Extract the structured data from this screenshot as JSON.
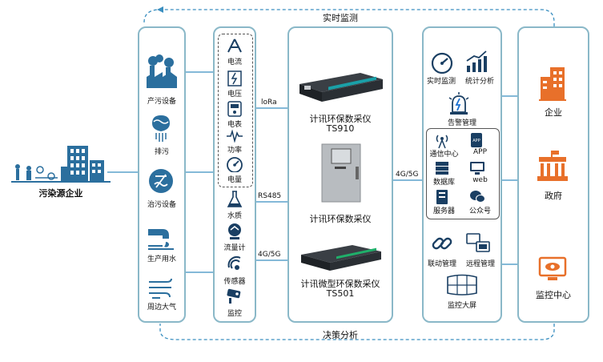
{
  "top_flow_label": "实时监测",
  "bottom_flow_label": "决策分析",
  "enterprise": {
    "label": "污染源企业"
  },
  "sources": [
    {
      "label": "产污设备",
      "icon": "factory-icon"
    },
    {
      "label": "排污",
      "icon": "discharge-icon"
    },
    {
      "label": "治污设备",
      "icon": "treatment-icon"
    },
    {
      "label": "生产用水",
      "icon": "water-pipe-icon"
    },
    {
      "label": "周边大气",
      "icon": "wind-icon"
    }
  ],
  "electric": [
    {
      "label": "电流",
      "icon": "current-icon"
    },
    {
      "label": "电压",
      "icon": "voltage-icon"
    },
    {
      "label": "电表",
      "icon": "meter-icon"
    },
    {
      "label": "功率",
      "icon": "power-icon"
    },
    {
      "label": "电量",
      "icon": "gauge-icon"
    }
  ],
  "sensors": [
    {
      "label": "水质",
      "icon": "flask-icon"
    },
    {
      "label": "流量计",
      "icon": "flowmeter-icon"
    },
    {
      "label": "传感器",
      "icon": "sensor-icon"
    },
    {
      "label": "监控",
      "icon": "camera-icon"
    }
  ],
  "links": {
    "lora": "loRa",
    "rs485": "RS485",
    "g4_left": "4G/5G",
    "g4_right": "4G/5G"
  },
  "devices": [
    {
      "name": "计讯环保数采仪",
      "model": "TS910"
    },
    {
      "name": "计讯环保数采仪",
      "model": ""
    },
    {
      "name": "计讯微型环保数采仪",
      "model": "TS501"
    }
  ],
  "platform": {
    "top": [
      {
        "label": "实时监测",
        "icon": "speedometer-icon"
      },
      {
        "label": "统计分析",
        "icon": "chart-icon"
      }
    ],
    "alarm": {
      "label": "告警管理",
      "icon": "alarm-icon"
    },
    "grid": [
      {
        "label": "通信中心",
        "icon": "antenna-icon"
      },
      {
        "label": "APP",
        "icon": "app-icon"
      },
      {
        "label": "数据库",
        "icon": "database-icon"
      },
      {
        "label": "web",
        "icon": "web-icon"
      },
      {
        "label": "服务器",
        "icon": "server-icon"
      },
      {
        "label": "公众号",
        "icon": "wechat-icon"
      }
    ],
    "bottom": [
      {
        "label": "联动管理",
        "icon": "link-icon"
      },
      {
        "label": "远程管理",
        "icon": "remote-icon"
      }
    ],
    "screen": {
      "label": "监控大屏",
      "icon": "videowall-icon"
    }
  },
  "users": [
    {
      "label": "企业",
      "icon": "building-icon"
    },
    {
      "label": "政府",
      "icon": "government-icon"
    },
    {
      "label": "监控中心",
      "icon": "monitor-eye-icon"
    }
  ],
  "colors": {
    "accent": "#2b7fb8",
    "panel_border": "#8ab8c8",
    "orange": "#e8702a"
  }
}
